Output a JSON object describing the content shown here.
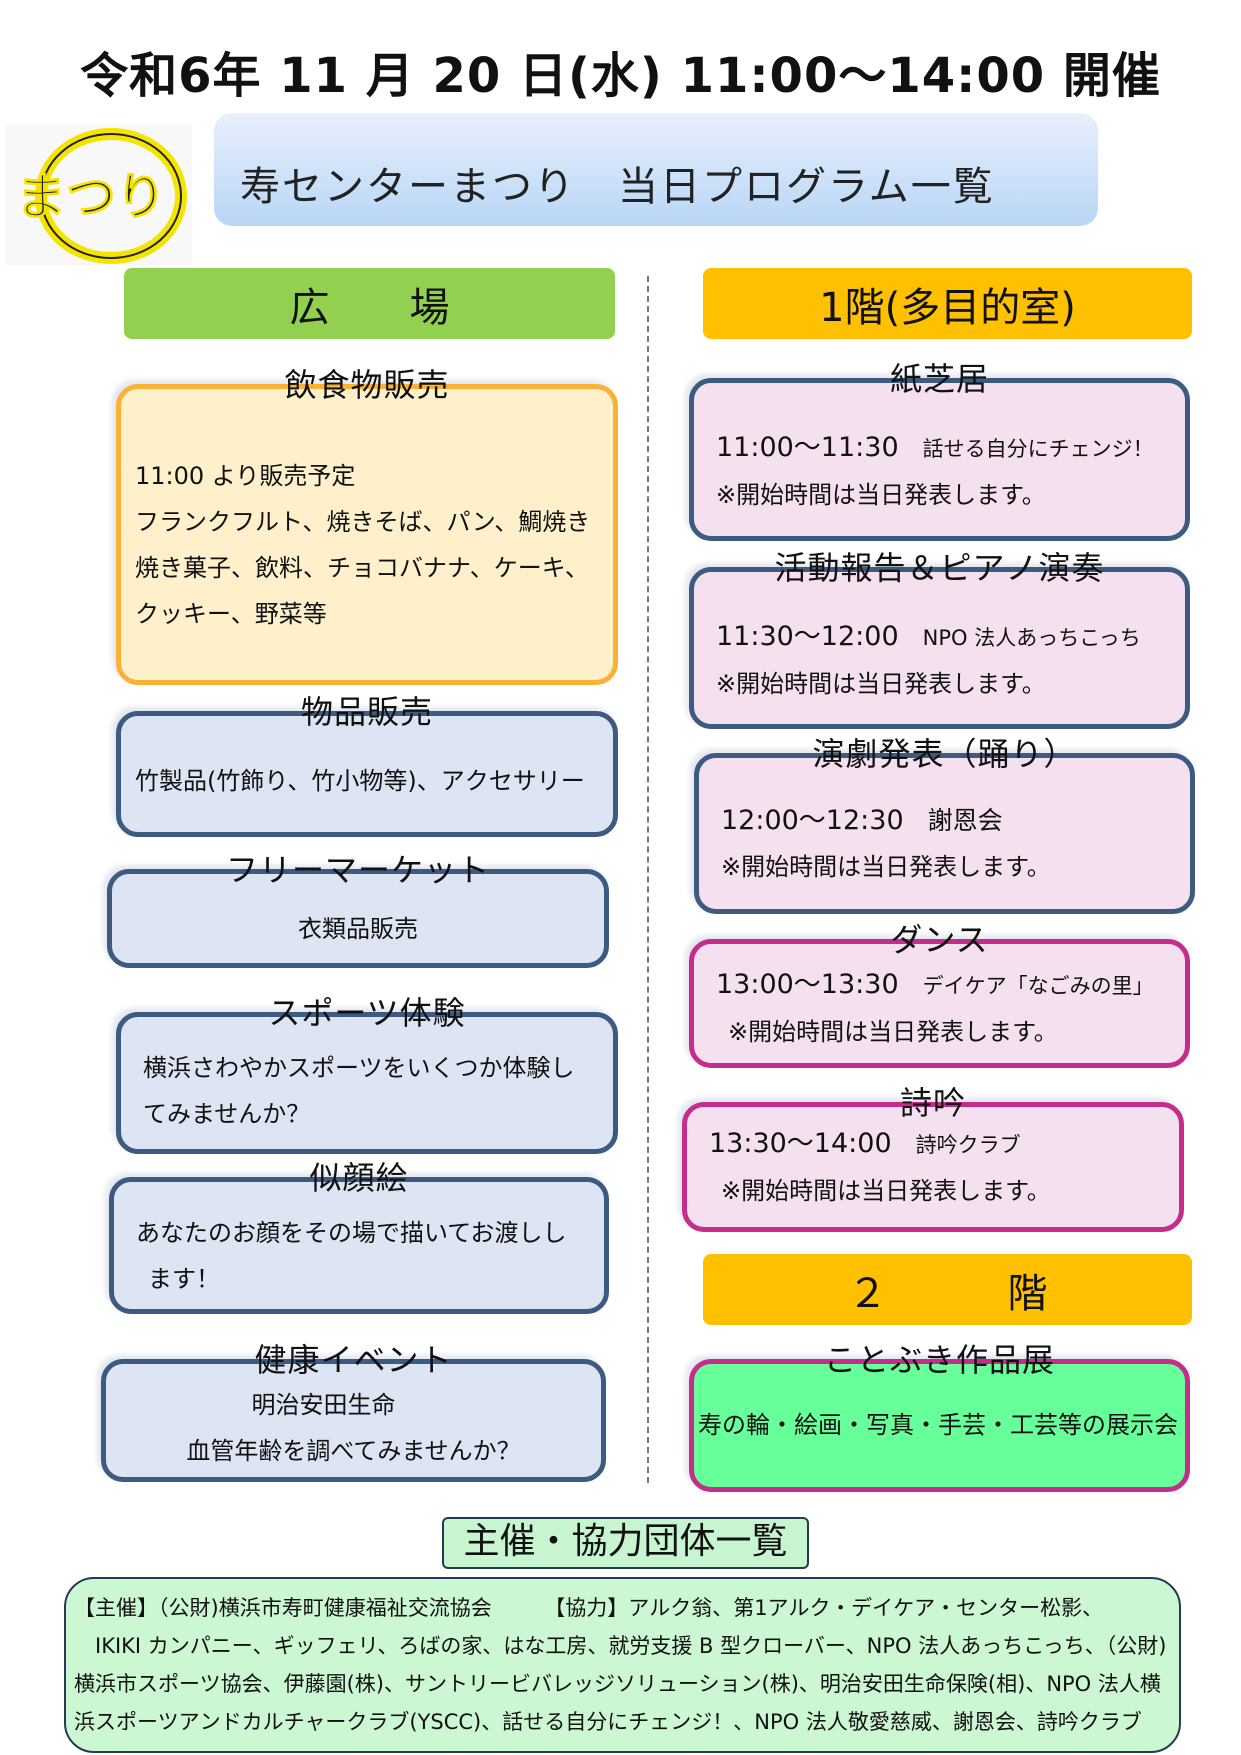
{
  "title": "令和6年 11 月 20 日(水) 11:00～14:00 開催",
  "logo_text": "まつり",
  "header": "寿センターまつり　当日プログラム一覧",
  "plaza": {
    "label": "広　　場",
    "items": [
      {
        "title": "飲食物販売",
        "lines": [
          "11:00 より販売予定",
          "フランクフルト、焼きそば、パン、鯛焼き",
          "焼き菓子、飲料、チョコバナナ、ケーキ、",
          "クッキー、野菜等"
        ]
      },
      {
        "title": "物品販売",
        "lines": [
          "竹製品(竹飾り、竹小物等)、アクセサリー"
        ]
      },
      {
        "title": "フリーマーケット",
        "lines": [
          "衣類品販売"
        ]
      },
      {
        "title": "スポーツ体験",
        "lines": [
          "横浜さわやかスポーツをいくつか体験し",
          "てみませんか？"
        ]
      },
      {
        "title": "似顔絵",
        "lines": [
          "あなたのお顔をその場で描いてお渡しし",
          "ます！"
        ]
      },
      {
        "title": "健康イベント",
        "lines": [
          "明治安田生命",
          "血管年齢を調べてみませんか？"
        ]
      }
    ]
  },
  "floor1": {
    "label": "1階(多目的室)",
    "items": [
      {
        "title": "紙芝居",
        "time": "11:00～11:30",
        "who": "話せる自分にチェンジ！",
        "note": "※開始時間は当日発表します。"
      },
      {
        "title": "活動報告＆ピアノ演奏",
        "time": "11:30～12:00",
        "who": "NPO 法人あっちこっち",
        "note": "※開始時間は当日発表します。"
      },
      {
        "title": "演劇発表（踊り）",
        "time": "12:00～12:30",
        "who": "謝恩会",
        "note": "※開始時間は当日発表します。"
      },
      {
        "title": "ダンス",
        "time": "13:00～13:30",
        "who": "デイケア「なごみの里」",
        "note": "※開始時間は当日発表します。"
      },
      {
        "title": "詩吟",
        "time": "13:30～14:00",
        "who": "詩吟クラブ",
        "note": "※開始時間は当日発表します。"
      }
    ]
  },
  "floor2": {
    "label": "２　　　階",
    "items": [
      {
        "title": "ことぶき作品展",
        "lines": [
          "寿の輪・絵画・写真・手芸・工芸等の展示会"
        ]
      }
    ]
  },
  "orgs": {
    "label": "主催・協力団体一覧",
    "lines": [
      "【主催】（公財)横浜市寿町健康福祉交流協会　　　【協力】アルク翁、第1アルク・デイケア・センター松影、",
      "　IKIKI カンパニー、ギッフェリ、ろばの家、はな工房、就労支援 B 型クローバー、NPO 法人あっちこっち、（公財)",
      "横浜市スポーツ協会、伊藤園(株)、サントリービバレッジソリューション(株)、明治安田生命保険(相)、NPO 法人横",
      "浜スポーツアンドカルチャークラブ(YSCC)、話せる自分にチェンジ！、NPO 法人敬愛慈威、謝恩会、詩吟クラブ"
    ]
  }
}
